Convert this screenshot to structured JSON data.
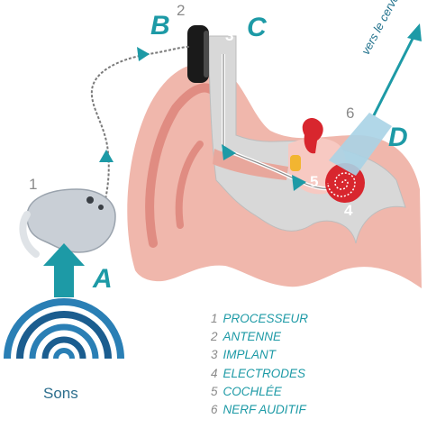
{
  "letters": {
    "a": "A",
    "b": "B",
    "c": "C",
    "d": "D"
  },
  "numbers": {
    "n1": "1",
    "n2": "2",
    "n3": "3",
    "n4": "4",
    "n5": "5",
    "n6": "6"
  },
  "brain_label": "vers le cerveau",
  "sounds_label": "Sons",
  "legend": [
    {
      "num": "1",
      "text": "PROCESSEUR"
    },
    {
      "num": "2",
      "text": "ANTENNE"
    },
    {
      "num": "3",
      "text": "IMPLANT"
    },
    {
      "num": "4",
      "text": "ELECTRODES"
    },
    {
      "num": "5",
      "text": "COCHLÉE"
    },
    {
      "num": "6",
      "text": "NERF AUDITIF"
    }
  ],
  "colors": {
    "accent": "#1d9aa6",
    "skin": "#f0b7ac",
    "skin_dark": "#e08c82",
    "bone": "#d8d8d8",
    "cochlea": "#d8262e",
    "sound_waves": "#1b5d8f"
  }
}
